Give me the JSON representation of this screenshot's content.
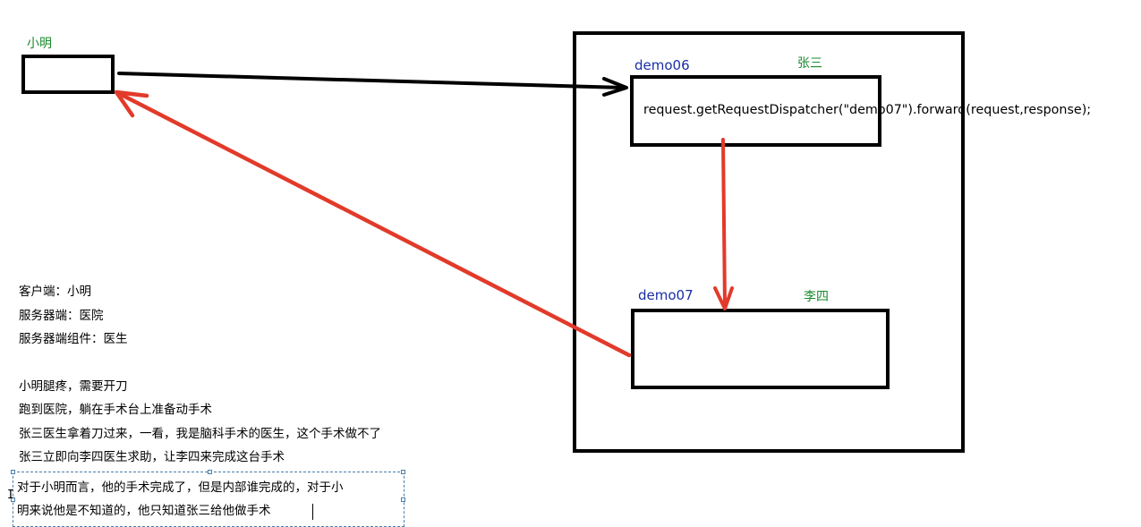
{
  "client": {
    "name": "小明"
  },
  "demo06": {
    "servlet": "demo06",
    "person": "张三",
    "code": "request.getRequestDispatcher(\"demo07\").forward(request,response);"
  },
  "demo07": {
    "servlet": "demo07",
    "person": "李四"
  },
  "notes": {
    "lines": [
      "客户端：小明",
      "服务器端：医院",
      "服务器端组件：医生",
      "",
      "小明腿疼，需要开刀",
      "跑到医院，躺在手术台上准备动手术",
      "张三医生拿着刀过来，一看，我是脑科手术的医生，这个手术做不了",
      "张三立即向李四医生求助，让李四来完成这台手术"
    ]
  },
  "selection": {
    "lines": [
      "对于小明而言，他的手术完成了，但是内部谁完成的，对于小",
      "明来说他是不知道的，他只知道张三给他做手术"
    ]
  },
  "colors": {
    "box_stroke": "#000000",
    "request_arrow": "#000000",
    "forward_arrow": "#e23a2a",
    "response_arrow": "#e23a2a",
    "label_green": "#1a8a2e",
    "label_blue": "#1a2ea8",
    "selection_border": "#4a7ea8"
  }
}
